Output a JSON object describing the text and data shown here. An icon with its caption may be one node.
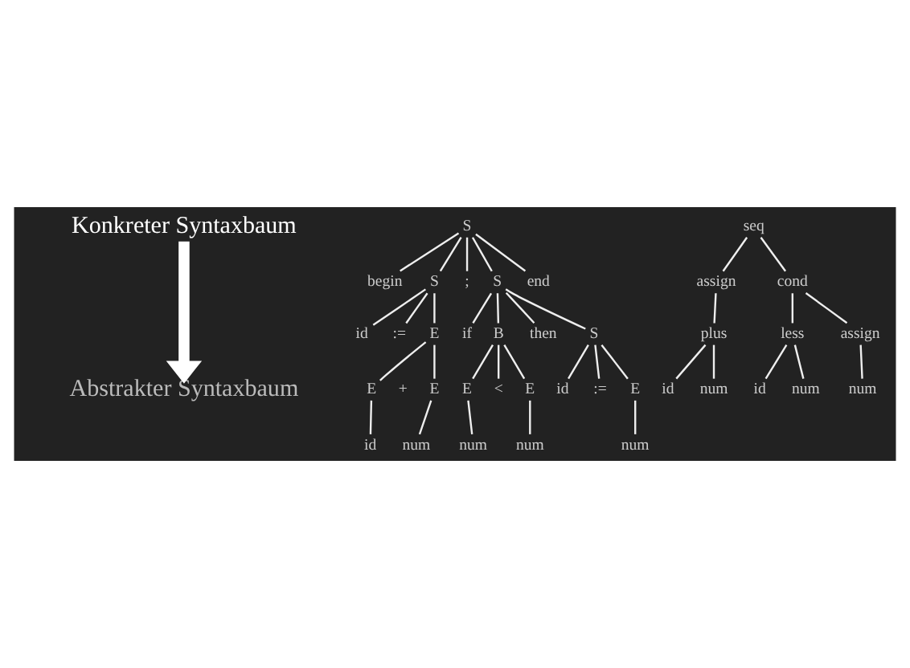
{
  "diagram": {
    "nodes": [
      {
        "text": [
          "Konkreter Syntaxbaum"
        ]
      },
      {
        "text": [
          "S"
        ]
      },
      {
        "text": [
          "begin"
        ]
      },
      {
        "text": [
          "S"
        ]
      },
      {
        "text": [
          ";"
        ]
      },
      {
        "text": [
          "S"
        ]
      },
      {
        "text": [
          "end"
        ]
      },
      {
        "text": [
          "id"
        ]
      },
      {
        "text": [
          ":="
        ]
      },
      {
        "text": [
          "E"
        ]
      },
      {
        "text": [
          "if"
        ]
      },
      {
        "text": [
          "B"
        ]
      },
      {
        "text": [
          "then"
        ]
      },
      {
        "text": [
          "S"
        ]
      },
      {
        "text": [
          "E"
        ]
      },
      {
        "text": [
          "E"
        ]
      },
      {
        "text": [
          "E"
        ]
      },
      {
        "text": [
          "<"
        ]
      },
      {
        "text": [
          "E"
        ]
      },
      {
        "text": [
          "id"
        ]
      },
      {
        "text": [
          ":="
        ]
      },
      {
        "text": [
          "E"
        ]
      },
      {
        "text": [
          "id"
        ]
      },
      {
        "text": [
          "num"
        ]
      },
      {
        "text": [
          "num"
        ]
      },
      {
        "text": [
          "num"
        ]
      },
      {
        "text": [
          "num"
        ]
      },
      {
        "text": [
          "Abstrakter Syntaxbaum"
        ]
      },
      {
        "text": [
          "seq"
        ]
      },
      {
        "text": [
          "assign"
        ]
      },
      {
        "text": [
          "cond"
        ]
      },
      {
        "text": [
          "plus"
        ]
      },
      {
        "text": [
          "less"
        ]
      },
      {
        "text": [
          "assign"
        ]
      },
      {
        "text": [
          "id"
        ]
      },
      {
        "text": [
          "num"
        ]
      },
      {
        "text": [
          "id"
        ]
      },
      {
        "text": [
          "num"
        ]
      },
      {
        "text": [
          "num"
        ]
      }
    ],
    "edges": [
      {
        "from": 0,
        "to": 27,
        "arrow": "to",
        "style": "thick"
      },
      {
        "from": 1,
        "to": 2,
        "arrow": "none"
      },
      {
        "from": 1,
        "to": 3,
        "arrow": "none"
      },
      {
        "from": 1,
        "to": 4,
        "arrow": "none"
      },
      {
        "from": 1,
        "to": 5,
        "arrow": "none"
      },
      {
        "from": 1,
        "to": 6,
        "arrow": "none"
      },
      {
        "from": 3,
        "to": 7,
        "arrow": "none"
      },
      {
        "from": 3,
        "to": 8,
        "arrow": "none"
      },
      {
        "from": 3,
        "to": 9,
        "arrow": "none"
      },
      {
        "from": 5,
        "to": 10,
        "arrow": "none"
      },
      {
        "from": 5,
        "to": 11,
        "arrow": "none"
      },
      {
        "from": 5,
        "to": 12,
        "arrow": "none"
      },
      {
        "from": 5,
        "to": 13,
        "arrow": "none"
      },
      {
        "from": 9,
        "to": 14,
        "arrow": "none"
      },
      {
        "from": 9,
        "to": 15,
        "arrow": "none"
      },
      {
        "from": 11,
        "to": 16,
        "arrow": "none"
      },
      {
        "from": 11,
        "to": 17,
        "arrow": "none"
      },
      {
        "from": 11,
        "to": 18,
        "arrow": "none"
      },
      {
        "from": 13,
        "to": 19,
        "arrow": "none"
      },
      {
        "from": 13,
        "to": 20,
        "arrow": "none"
      },
      {
        "from": 13,
        "to": 21,
        "arrow": "none"
      },
      {
        "from": 14,
        "to": 22,
        "arrow": "none"
      },
      {
        "from": 15,
        "to": 23,
        "arrow": "none"
      },
      {
        "from": 16,
        "to": 24,
        "arrow": "none"
      },
      {
        "from": 18,
        "to": 25,
        "arrow": "none"
      },
      {
        "from": 21,
        "to": 26,
        "arrow": "none"
      },
      {
        "from": 28,
        "to": 29,
        "arrow": "none"
      },
      {
        "from": 28,
        "to": 30,
        "arrow": "none"
      },
      {
        "from": 29,
        "to": 31,
        "arrow": "none"
      },
      {
        "from": 30,
        "to": 32,
        "arrow": "none"
      },
      {
        "from": 30,
        "to": 33,
        "arrow": "none"
      },
      {
        "from": 31,
        "to": 34,
        "arrow": "none"
      },
      {
        "from": 31,
        "to": 35,
        "arrow": "none"
      },
      {
        "from": 32,
        "to": 36,
        "arrow": "none"
      },
      {
        "from": 32,
        "to": 37,
        "arrow": "none"
      },
      {
        "from": 33,
        "to": 38,
        "arrow": "none"
      }
    ],
    "labels": [
      "+"
    ]
  }
}
